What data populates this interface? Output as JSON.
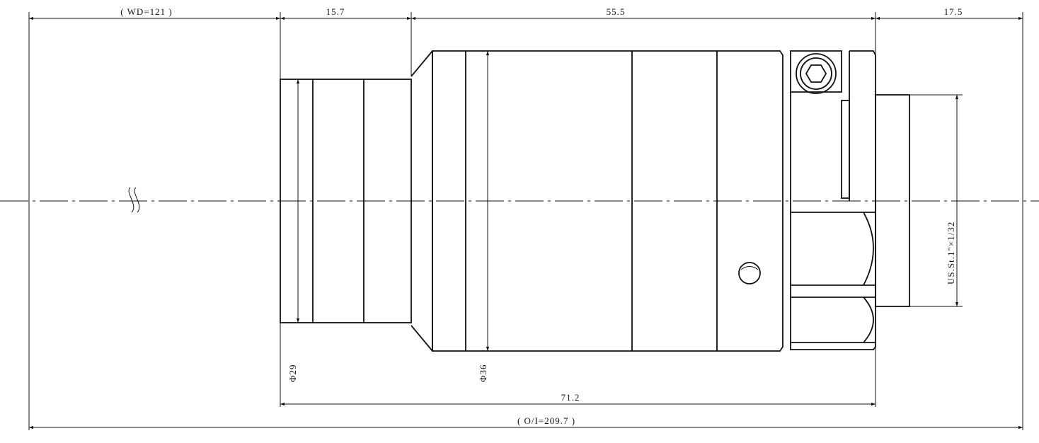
{
  "dimensions": {
    "wd": "( WD=121 )",
    "front_length": "15.7",
    "body_length": "55.5",
    "mount_length": "17.5",
    "total_lens_length": "71.2",
    "object_to_image": "( O/I=209.7 )",
    "diameter_front": "Φ29",
    "diameter_body": "Φ36",
    "mount_thread": "US.St.1\"×1/32"
  },
  "symbols": {
    "break_mark": "break-symbol",
    "screw": "hex-socket-screw-icon",
    "hole": "side-hole-icon"
  },
  "colors": {
    "line": "#111111",
    "background": "#ffffff"
  }
}
